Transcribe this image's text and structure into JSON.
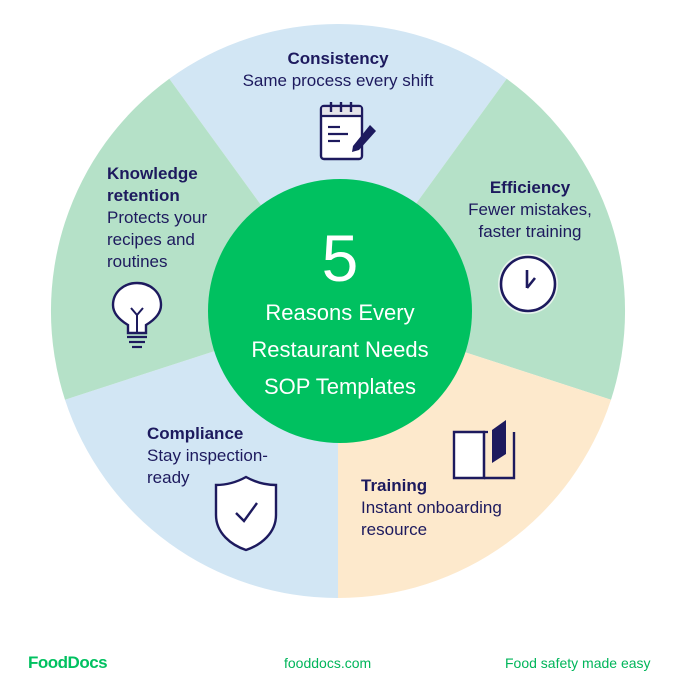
{
  "colors": {
    "segment_blue": "#d2e6f4",
    "segment_green": "#b5e1c8",
    "segment_peach": "#fde9cc",
    "center_green": "#00c160",
    "text_navy": "#1d1a5e",
    "brand_green": "#00c160"
  },
  "center": {
    "number": "5",
    "title_line1": "Reasons Every",
    "title_line2": "Restaurant Needs",
    "title_line3": "SOP Templates"
  },
  "segments": [
    {
      "title": "Consistency",
      "desc_line1": "Same process every shift",
      "icon": "notepad-pencil-icon"
    },
    {
      "title": "Efficiency",
      "desc_line1": "Fewer mistakes,",
      "desc_line2": "faster training",
      "icon": "clock-icon"
    },
    {
      "title": "Training",
      "desc_line1": "Instant onboarding",
      "desc_line2": "resource",
      "icon": "open-book-icon"
    },
    {
      "title": "Compliance",
      "desc_line1": "Stay inspection-",
      "desc_line2": "ready",
      "icon": "shield-check-icon"
    },
    {
      "title_line1": "Knowledge",
      "title_line2": "retention",
      "desc_line1": "Protects your",
      "desc_line2": "recipes and",
      "desc_line3": "routines",
      "icon": "lightbulb-icon"
    }
  ],
  "footer": {
    "logo": "FoodDocs",
    "website": "fooddocs.com",
    "tagline": "Food safety made easy"
  }
}
